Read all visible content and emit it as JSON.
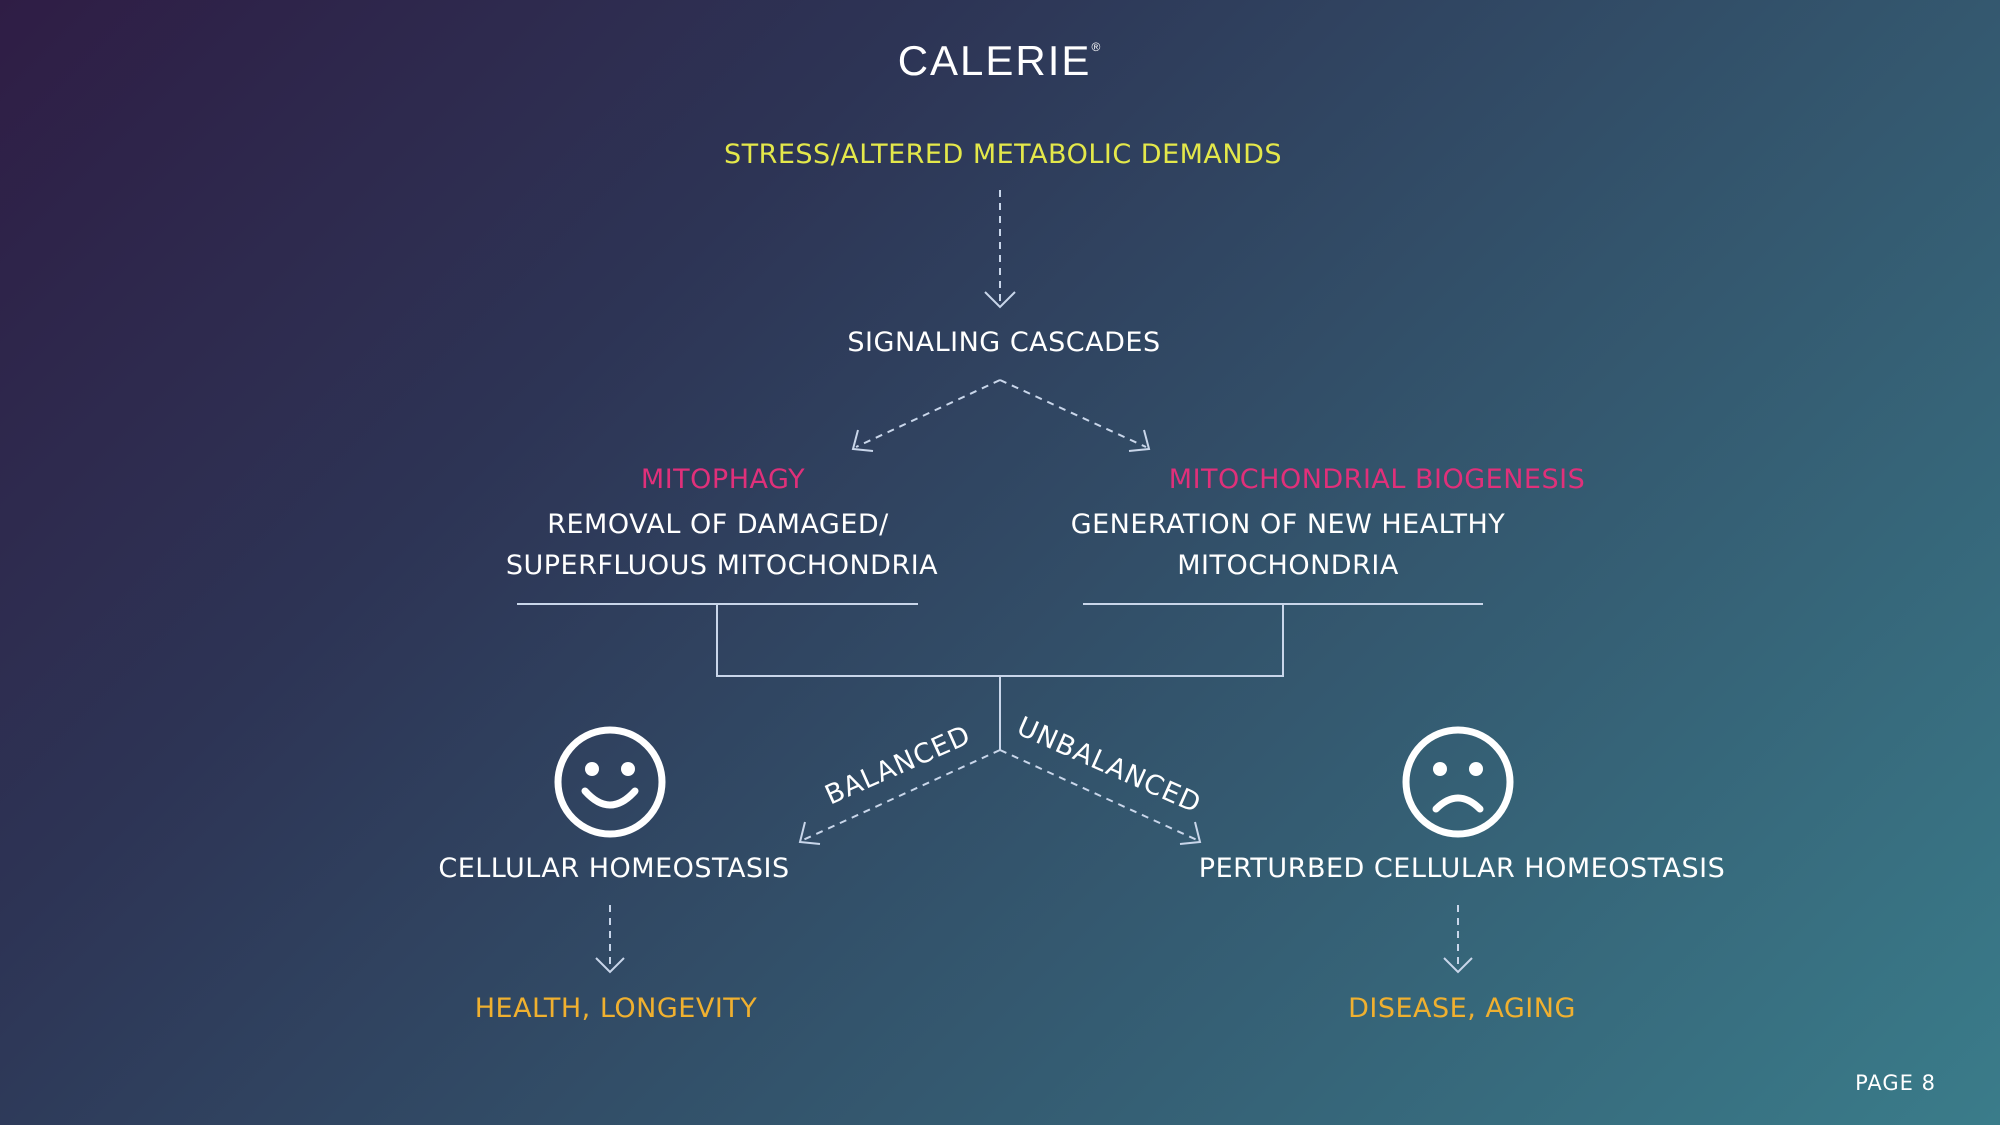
{
  "brand": {
    "name": "CALERIE",
    "mark": "®"
  },
  "nodes": {
    "stress": "STRESS/ALTERED METABOLIC DEMANDS",
    "signaling": "SIGNALING CASCADES",
    "mitophagy": {
      "title": "MITOPHAGY",
      "line1": "REMOVAL OF DAMAGED/",
      "line2": "SUPERFLUOUS MITOCHONDRIA"
    },
    "biogenesis": {
      "title": "MITOCHONDRIAL BIOGENESIS",
      "line1": "GENERATION OF NEW HEALTHY",
      "line2": "MITOCHONDRIA"
    },
    "homeostasis": "CELLULAR HOMEOSTASIS",
    "perturbed": "PERTURBED CELLULAR HOMEOSTASIS",
    "health": "HEALTH, LONGEVITY",
    "disease": "DISEASE, AGING"
  },
  "edge_labels": {
    "balanced": "BALANCED",
    "unbalanced": "UNBALANCED"
  },
  "icons": {
    "happy": "smiley-face-icon",
    "sad": "sad-face-icon"
  },
  "colors": {
    "yellow": "#e4e84a",
    "pink": "#e0307a",
    "orange": "#f0b02f",
    "line": "#c9d6ea"
  },
  "page": {
    "label": "PAGE 8"
  }
}
